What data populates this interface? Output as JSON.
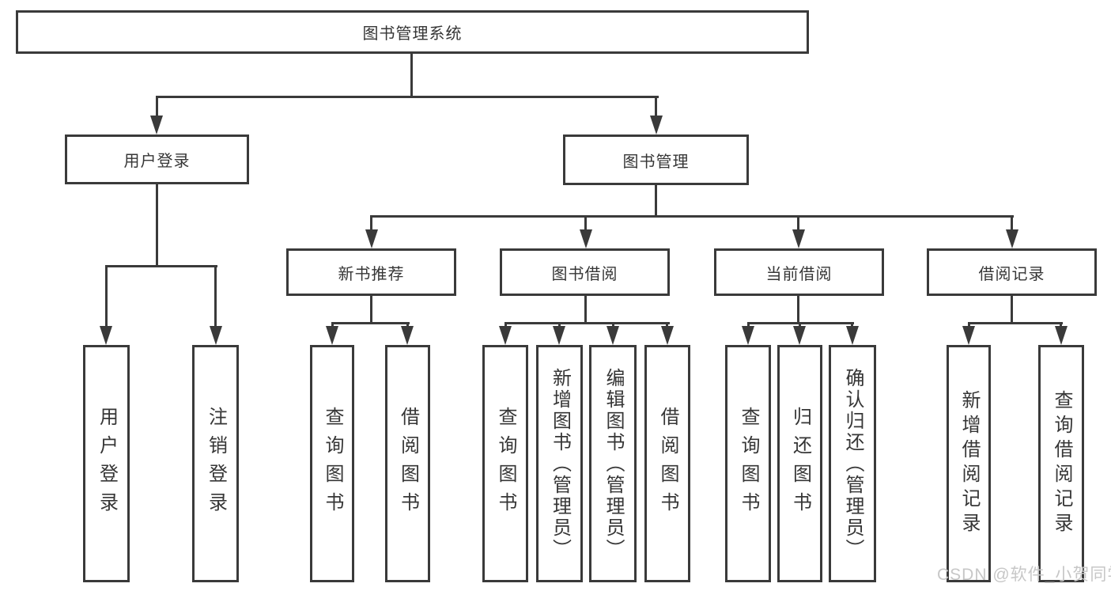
{
  "tree": {
    "root": {
      "label": "图书管理系统"
    },
    "children": [
      {
        "label": "用户登录",
        "children": [
          {
            "label": "用户登录"
          },
          {
            "label": "注销登录"
          }
        ]
      },
      {
        "label": "图书管理",
        "children": [
          {
            "label": "新书推荐",
            "children": [
              {
                "label": "查询图书"
              },
              {
                "label": "借阅图书"
              }
            ]
          },
          {
            "label": "图书借阅",
            "children": [
              {
                "label": "查询图书"
              },
              {
                "label": "新增图书（管理员）"
              },
              {
                "label": "编辑图书（管理员）"
              },
              {
                "label": "借阅图书"
              }
            ]
          },
          {
            "label": "当前借阅",
            "children": [
              {
                "label": "查询图书"
              },
              {
                "label": "归还图书"
              },
              {
                "label": "确认归还（管理员）"
              }
            ]
          },
          {
            "label": "借阅记录",
            "children": [
              {
                "label": "新增借阅记录"
              },
              {
                "label": "查询借阅记录"
              }
            ]
          }
        ]
      }
    ]
  },
  "watermark": {
    "text": "CSDN @软件_小贺同学"
  },
  "colors": {
    "line": "#3a3a3a",
    "text": "#363636",
    "watermark": "#c7c7c7",
    "background": "#ffffff"
  }
}
